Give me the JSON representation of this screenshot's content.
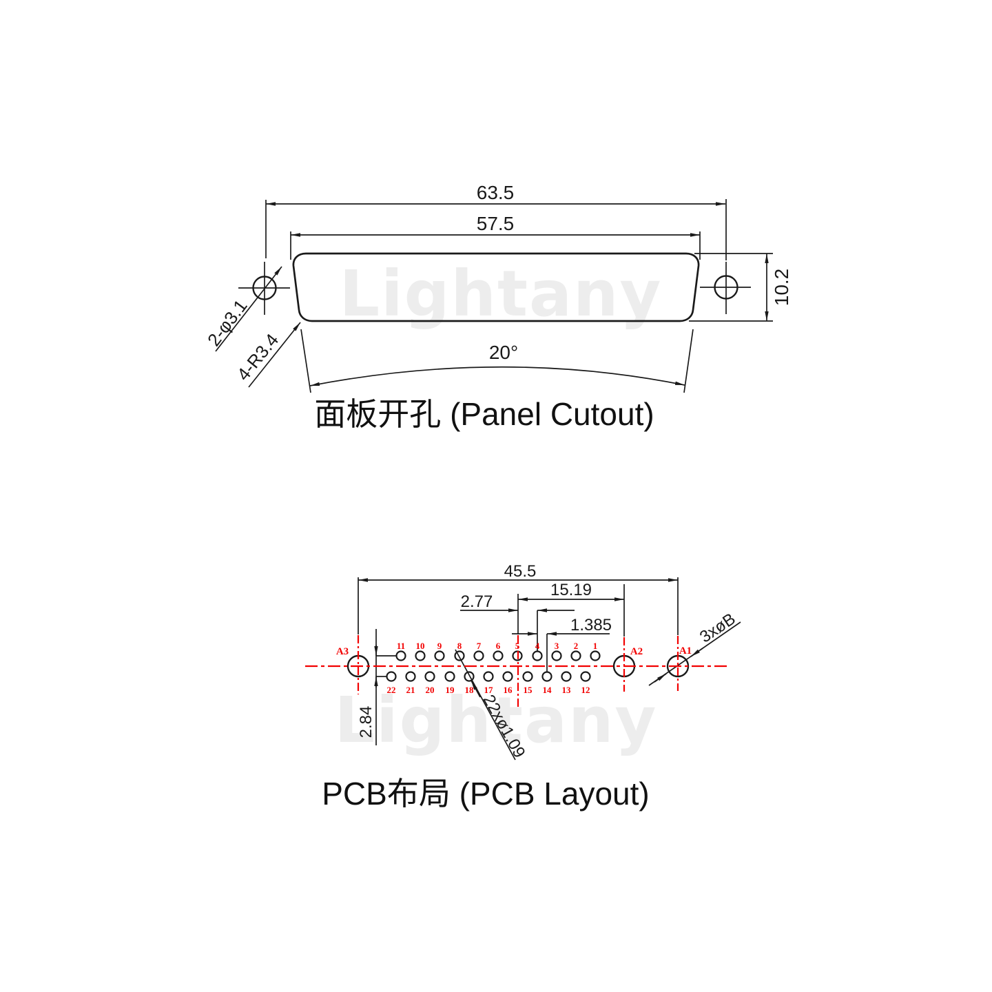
{
  "watermark": "Lightany",
  "colors": {
    "line": "#1a1a1a",
    "red": "#f20000",
    "watermark": "#ededed"
  },
  "panel_cutout": {
    "title": "面板开孔 (Panel Cutout)",
    "dims": {
      "width_outer": "63.5",
      "width_slot": "57.5",
      "height": "10.2",
      "angle": "20°",
      "screw_holes": "2-φ3.1",
      "corner_radius": "4-R3.4"
    }
  },
  "pcb_layout": {
    "title": "PCB布局 (PCB Layout)",
    "dims": {
      "span": "45.5",
      "a2_offset": "15.19",
      "pin_pitch": "2.77",
      "row_stagger": "1.385",
      "row_gap": "2.84",
      "big_holes": "3xøB",
      "pin_holes": "22xø1.09"
    },
    "hole_labels": {
      "a3": "A3",
      "a2": "A2",
      "a1": "A1"
    },
    "top_row_pins": [
      "11",
      "10",
      "9",
      "8",
      "7",
      "6",
      "5",
      "4",
      "3",
      "2",
      "1"
    ],
    "bottom_row_pins": [
      "22",
      "21",
      "20",
      "19",
      "18",
      "17",
      "16",
      "15",
      "14",
      "13",
      "12"
    ]
  }
}
